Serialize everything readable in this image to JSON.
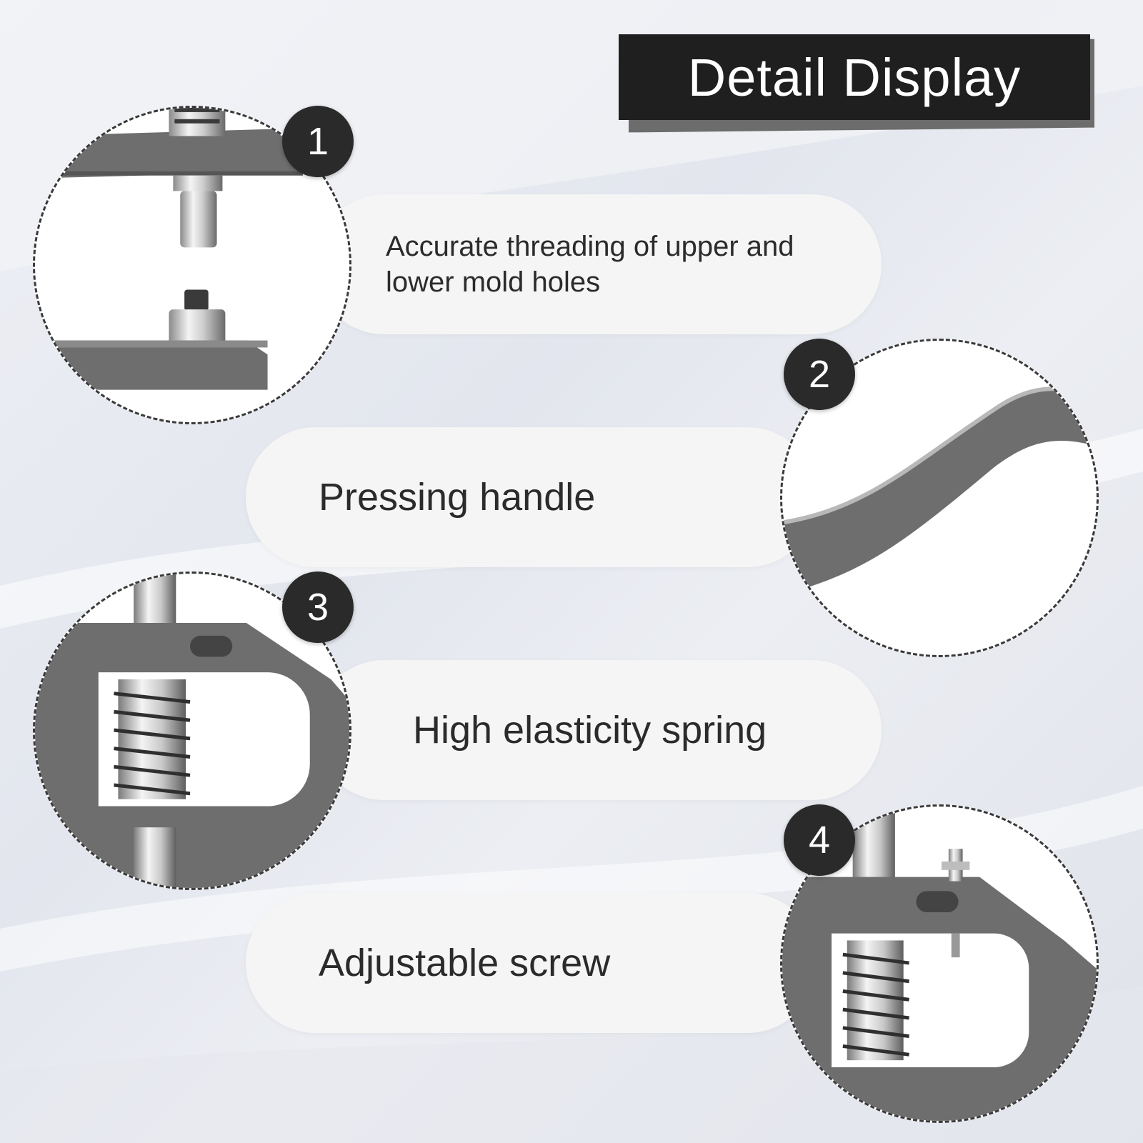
{
  "header": {
    "title": "Detail Display"
  },
  "features": [
    {
      "number": "1",
      "label": "Accurate threading of upper and lower mold holes",
      "icon": "mold-holes-detail-image"
    },
    {
      "number": "2",
      "label": "Pressing handle",
      "icon": "handle-detail-image"
    },
    {
      "number": "3",
      "label": "High elasticity spring",
      "icon": "spring-detail-image"
    },
    {
      "number": "4",
      "label": "Adjustable screw",
      "icon": "screw-detail-image"
    }
  ],
  "colors": {
    "banner": "#1f1f1f",
    "badge": "#2a2a2a",
    "metal_gray": "#6e6e6e",
    "pill": "#f5f5f5"
  }
}
